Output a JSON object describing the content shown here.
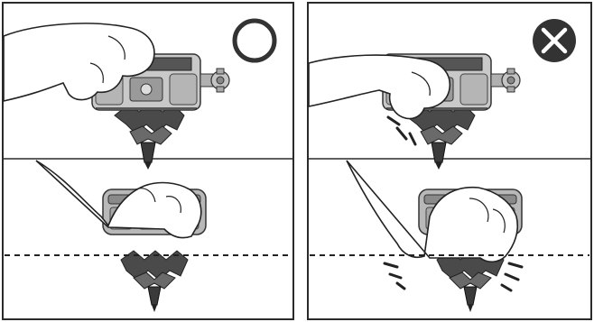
{
  "diagram": {
    "panels": [
      {
        "id": "correct-top",
        "indicator": "circle-icon",
        "meaning": "correct"
      },
      {
        "id": "incorrect-top",
        "indicator": "cross-icon",
        "meaning": "incorrect"
      },
      {
        "id": "correct-bottom"
      },
      {
        "id": "incorrect-bottom"
      }
    ],
    "colors": {
      "background": "#ffffff",
      "frame": "#2a2a2a",
      "launcher_light": "#c9c9c9",
      "launcher_mid": "#9a9a9a",
      "launcher_dark": "#555555",
      "top_dark": "#4a4a4a",
      "top_metal": "#8a8a8a",
      "indicator_fill": "#333333"
    }
  }
}
